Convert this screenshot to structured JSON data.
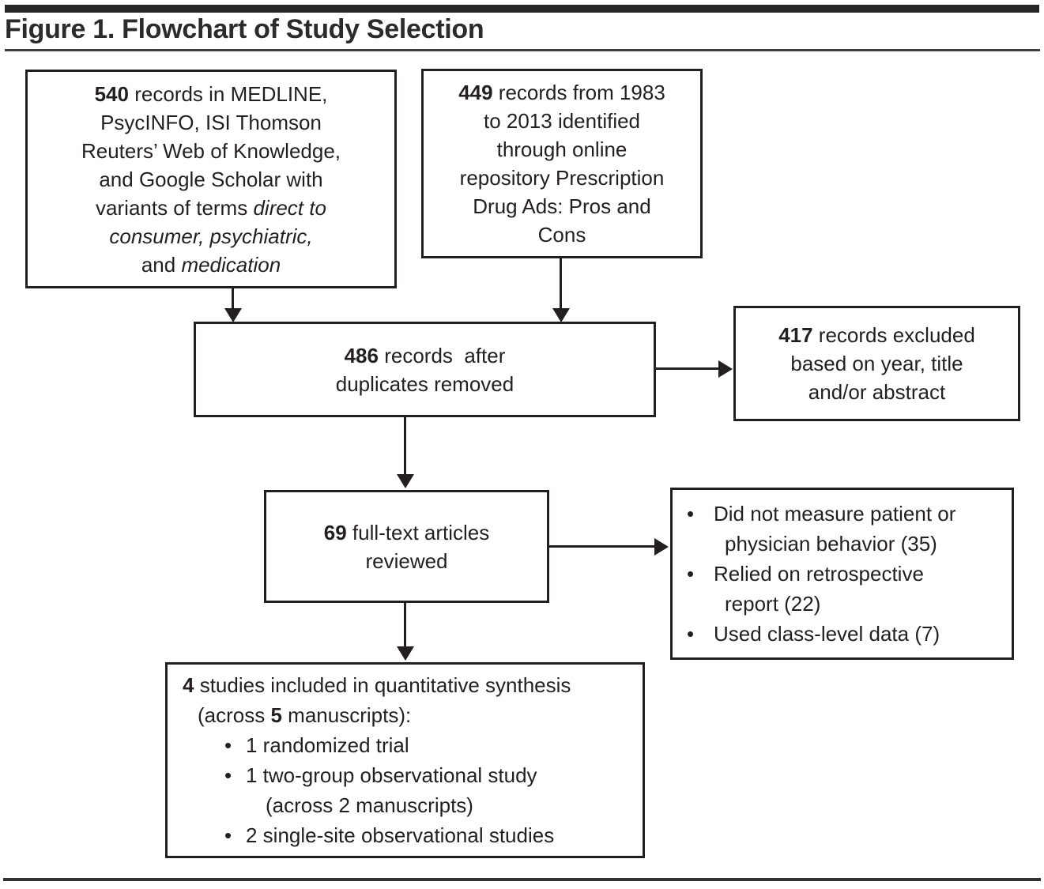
{
  "figure_title": "Figure 1. Flowchart of Study Selection",
  "glyphs": {
    "bullet": "•"
  },
  "colors": {
    "ink": "#231f20"
  },
  "boxes": {
    "identification_databases": {
      "lines": [
        {
          "segs": [
            {
              "t": "540",
              "b": true
            },
            {
              "t": " records in MEDLINE,"
            }
          ]
        },
        {
          "segs": [
            {
              "t": "PsycINFO, ISI Thomson"
            }
          ]
        },
        {
          "segs": [
            {
              "t": "Reuters’ Web of Knowledge,"
            }
          ]
        },
        {
          "segs": [
            {
              "t": "and Google Scholar with"
            }
          ]
        },
        {
          "segs": [
            {
              "t": "variants of terms "
            },
            {
              "t": "direct to",
              "i": true
            }
          ]
        },
        {
          "segs": [
            {
              "t": "consumer, psychiatric,",
              "i": true
            }
          ]
        },
        {
          "segs": [
            {
              "t": "and "
            },
            {
              "t": "medication",
              "i": true
            }
          ]
        }
      ]
    },
    "identification_repository": {
      "lines": [
        {
          "segs": [
            {
              "t": "449",
              "b": true
            },
            {
              "t": " records from 1983"
            }
          ]
        },
        {
          "segs": [
            {
              "t": "to 2013 identified"
            }
          ]
        },
        {
          "segs": [
            {
              "t": "through online"
            }
          ]
        },
        {
          "segs": [
            {
              "t": "repository Prescription"
            }
          ]
        },
        {
          "segs": [
            {
              "t": "Drug Ads: Pros and"
            }
          ]
        },
        {
          "segs": [
            {
              "t": "Cons"
            }
          ]
        }
      ]
    },
    "deduplicated": {
      "lines": [
        {
          "segs": [
            {
              "t": "486",
              "b": true
            },
            {
              "t": " records  after"
            }
          ]
        },
        {
          "segs": [
            {
              "t": "duplicates removed"
            }
          ]
        }
      ]
    },
    "excluded_screening": {
      "lines": [
        {
          "segs": [
            {
              "t": "417",
              "b": true
            },
            {
              "t": " records excluded"
            }
          ]
        },
        {
          "segs": [
            {
              "t": "based on year, title"
            }
          ]
        },
        {
          "segs": [
            {
              "t": "and/or abstract"
            }
          ]
        }
      ]
    },
    "fulltext_reviewed": {
      "lines": [
        {
          "segs": [
            {
              "t": "69",
              "b": true
            },
            {
              "t": " full-text articles"
            }
          ]
        },
        {
          "segs": [
            {
              "t": "reviewed"
            }
          ]
        }
      ]
    },
    "excluded_fulltext": {
      "lines": [
        {
          "kind": "bullet",
          "segs": [
            {
              "t": "Did not measure patient or"
            }
          ]
        },
        {
          "kind": "cont",
          "segs": [
            {
              "t": "physician behavior (35)"
            }
          ]
        },
        {
          "kind": "bullet",
          "segs": [
            {
              "t": "Relied on retrospective"
            }
          ]
        },
        {
          "kind": "cont",
          "segs": [
            {
              "t": "report (22)"
            }
          ]
        },
        {
          "kind": "bullet",
          "segs": [
            {
              "t": "Used class-level data (7)"
            }
          ]
        }
      ]
    },
    "included_studies": {
      "lines": [
        {
          "kind": "p",
          "segs": [
            {
              "t": "4",
              "b": true
            },
            {
              "t": " studies included in quantitative synthesis"
            }
          ]
        },
        {
          "kind": "p2",
          "segs": [
            {
              "t": "(across "
            },
            {
              "t": "5",
              "b": true
            },
            {
              "t": " manuscripts):"
            }
          ]
        },
        {
          "kind": "bullet",
          "segs": [
            {
              "t": "1 randomized trial"
            }
          ]
        },
        {
          "kind": "bullet",
          "segs": [
            {
              "t": "1 two-group observational study"
            }
          ]
        },
        {
          "kind": "cont",
          "segs": [
            {
              "t": "(across 2 manuscripts)"
            }
          ]
        },
        {
          "kind": "bullet",
          "segs": [
            {
              "t": "2 single-site observational studies"
            }
          ]
        }
      ]
    }
  }
}
